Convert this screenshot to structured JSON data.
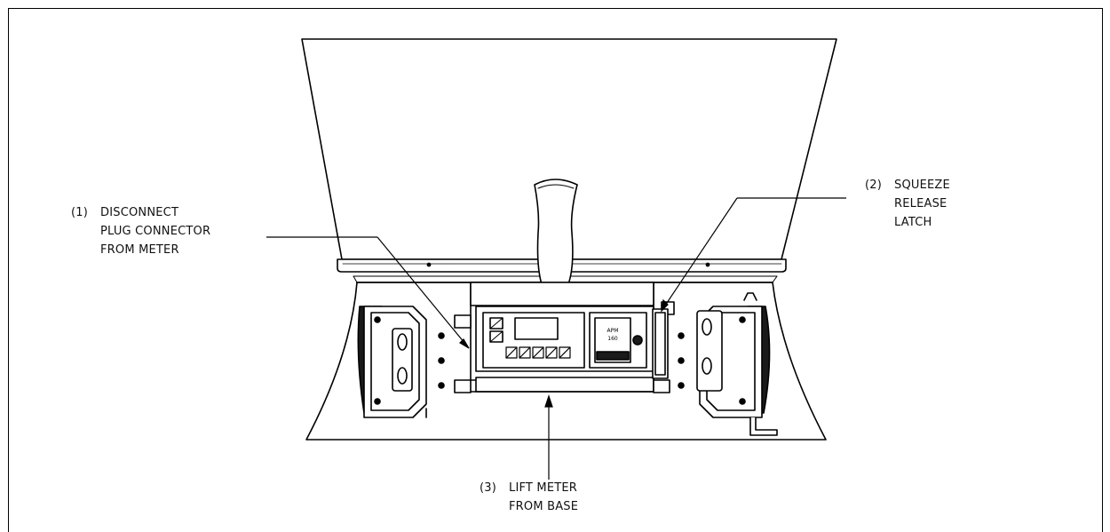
{
  "callouts": {
    "c1": {
      "num": "(1)",
      "l1": "DISCONNECT",
      "l2": "PLUG CONNECTOR",
      "l3": "FROM METER"
    },
    "c2": {
      "num": "(2)",
      "l1": "SQUEEZE",
      "l2": "RELEASE",
      "l3": "LATCH"
    },
    "c3": {
      "num": "(3)",
      "l1": "LIFT METER",
      "l2": "FROM BASE"
    }
  },
  "meter": {
    "label_line1": "APM",
    "label_line2": "160"
  },
  "colors": {
    "line": "#000000",
    "fill": "#ffffff",
    "dark": "#1a1a1a",
    "shade": "#bdbdbd"
  }
}
